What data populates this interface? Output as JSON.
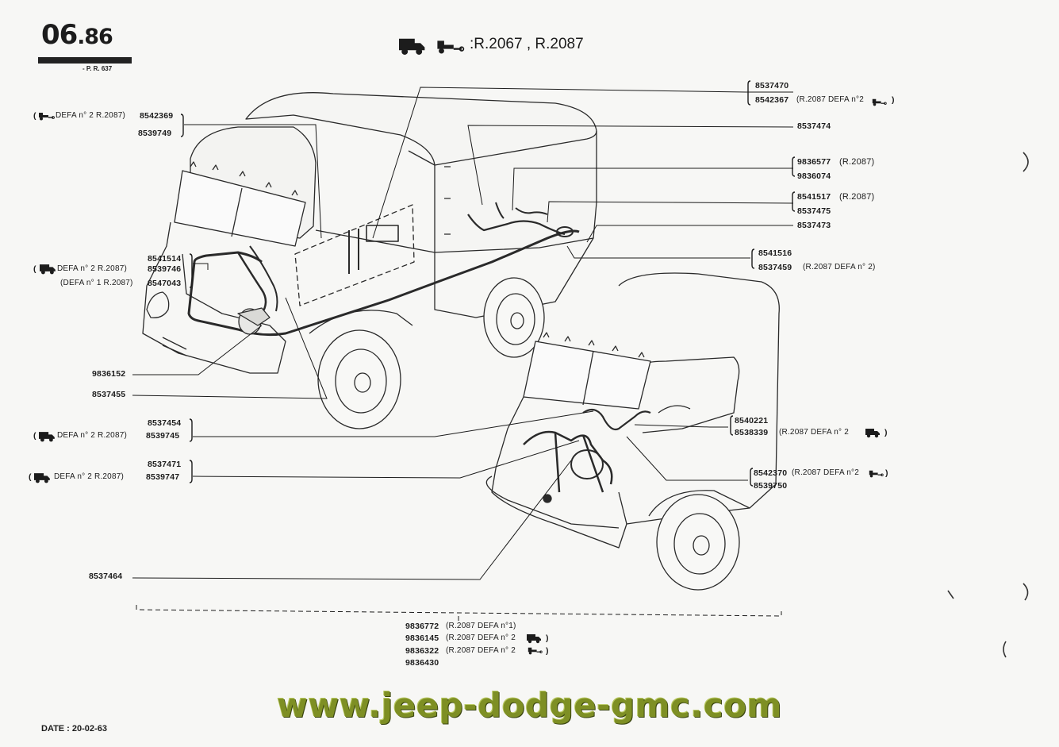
{
  "header": {
    "code_main": "06",
    "code_sub": "86",
    "ref": "- P. R. 637",
    "models": ":R.2067 , R.2087"
  },
  "footer": {
    "date": "DATE : 20-02-63",
    "watermark": "www.jeep-dodge-gmc.com"
  },
  "icons": {
    "truck": "truck-icon",
    "trailer": "trailer-icon"
  },
  "colors": {
    "watermark": "#7e8f24",
    "ink": "#1c1c1c",
    "paper": "#f7f7f5"
  },
  "labels": {
    "l1a": "8537470",
    "l1b": "8542367",
    "l1b_note": "(R.2087 DEFA n°2",
    "l2": "8537474",
    "l3a": "9836577",
    "l3a_note": "(R.2087)",
    "l3b": "9836074",
    "l4a": "8541517",
    "l4a_note": "(R.2087)",
    "l4b": "8537475",
    "l5": "8537473",
    "l6a": "8541516",
    "l6b": "8537459",
    "l6b_note": "(R.2087 DEFA n° 2)",
    "tl_note": "DEFA n° 2 R.2087)",
    "tl_a": "8542369",
    "tl_b": "8539749",
    "ml_note1": "DEFA n° 2 R.2087)",
    "ml_a": "8541514",
    "ml_b": "8539746",
    "ml_note2": "(DEFA n° 1 R.2087)",
    "ml_c": "8547043",
    "l_9836152": "9836152",
    "l_8537455": "8537455",
    "bl1_a": "8537454",
    "bl1_note": "DEFA n° 2 R.2087)",
    "bl1_b": "8539745",
    "bl2_a": "8537471",
    "bl2_note": "DEFA n° 2 R.2087)",
    "bl2_b": "8539747",
    "l_8537464": "8537464",
    "br1_a": "8540221",
    "br1_b": "8538339",
    "br1_note": "(R.2087 DEFA n° 2",
    "br2_a": "8542370",
    "br2_note": "(R.2087 DEFA n°2",
    "br2_b": "8539750",
    "bot_a": "9836772",
    "bot_a_note": "(R.2087 DEFA n°1)",
    "bot_b": "9836145",
    "bot_b_note": "(R.2087 DEFA n° 2",
    "bot_c": "9836322",
    "bot_c_note": "(R.2087 DEFA n° 2",
    "bot_d": "9836430"
  }
}
